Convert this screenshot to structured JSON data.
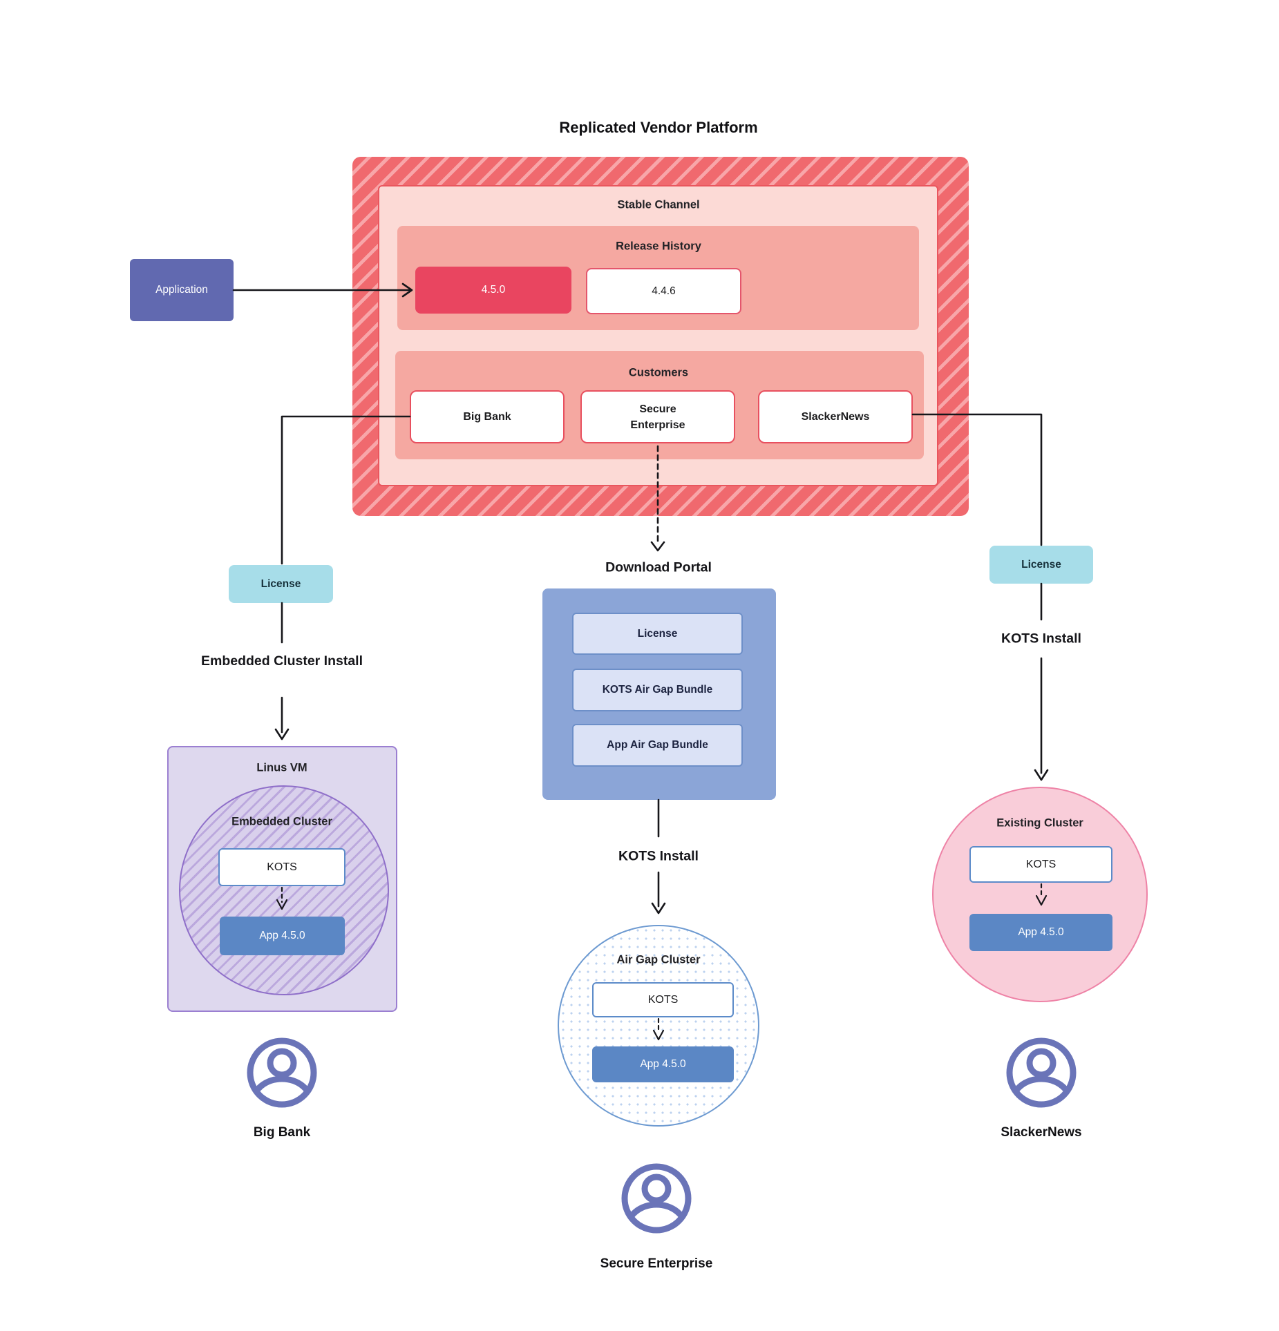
{
  "title": "Replicated Vendor Platform",
  "platform": {
    "stable_channel": {
      "label": "Stable Channel",
      "release_history": {
        "label": "Release History",
        "releases": [
          {
            "version": "4.5.0",
            "highlight": true
          },
          {
            "version": "4.4.6",
            "highlight": false
          }
        ]
      },
      "customers": {
        "label": "Customers",
        "items": [
          "Big Bank",
          "Secure Enterprise",
          "SlackerNews"
        ]
      }
    }
  },
  "application": {
    "label": "Application"
  },
  "download_portal": {
    "title": "Download Portal",
    "items": [
      "License",
      "KOTS Air Gap Bundle",
      "App Air Gap Bundle"
    ]
  },
  "branches": {
    "left": {
      "license_label": "License",
      "install_label": "Embedded Cluster Install",
      "vm_label": "Linus VM",
      "cluster_label": "Embedded Cluster",
      "kots_label": "KOTS",
      "app_label": "App 4.5.0",
      "person_label": "Big Bank"
    },
    "middle": {
      "install_label": "KOTS Install",
      "cluster_label": "Air Gap Cluster",
      "kots_label": "KOTS",
      "app_label": "App 4.5.0",
      "person_label": "Secure Enterprise"
    },
    "right": {
      "license_label": "License",
      "install_label": "KOTS Install",
      "cluster_label": "Existing Cluster",
      "kots_label": "KOTS",
      "app_label": "App 4.5.0",
      "person_label": "SlackerNews"
    }
  },
  "colors": {
    "hatch_red": "#f0696e",
    "hatch_light": "#f8a6a9",
    "stable_fill": "#fcdad6",
    "stable_border": "#e9565e",
    "panel_salmon": "#f5a8a1",
    "release_highlight": "#e94560",
    "box_border_red": "#e4566c",
    "application_indigo": "#6169b0",
    "license_teal": "#a7dde9",
    "portal_blue": "#8ba5d7",
    "portal_item_fill": "#dbe2f6",
    "app_blue": "#5b87c5",
    "vm_lavender": "#ded8ee",
    "vm_border_purple": "#9b7fd1",
    "existing_pink": "#f9cdd9",
    "existing_border": "#ee82a6",
    "person_indigo": "#6a74b8",
    "line_black": "#16161a"
  }
}
